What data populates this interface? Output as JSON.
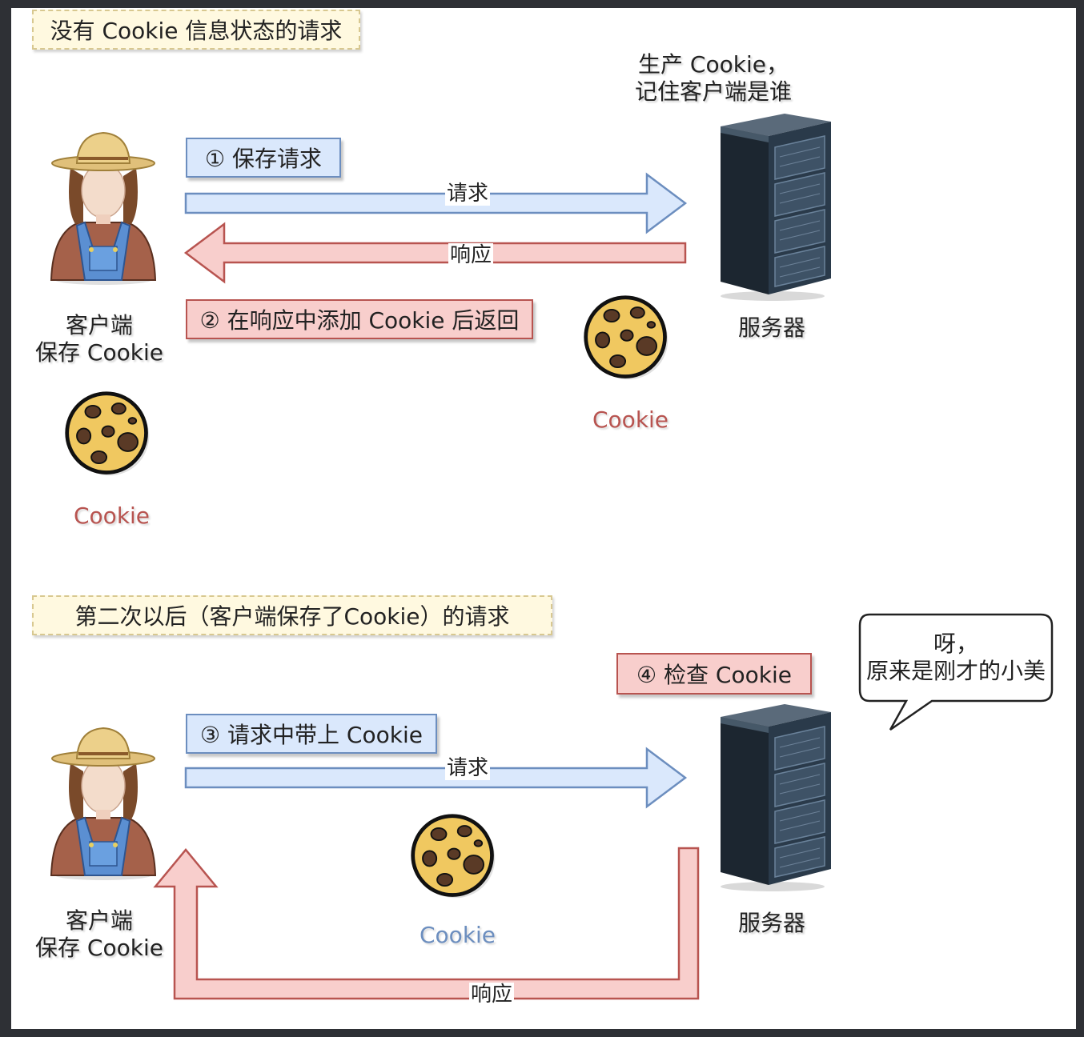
{
  "section1": {
    "title": "没有 Cookie 信息状态的请求",
    "step1": "① 保存请求",
    "step2": "② 在响应中添加 Cookie 后返回",
    "request_label": "请求",
    "response_label": "响应",
    "server_note_line1": "生产 Cookie，",
    "server_note_line2": "记住客户端是谁",
    "client_line1": "客户端",
    "client_line2": "保存 Cookie",
    "server_label": "服务器",
    "cookie_server": "Cookie",
    "cookie_client": "Cookie"
  },
  "section2": {
    "title": "第二次以后（客户端保存了Cookie）的请求",
    "step3": "③ 请求中带上 Cookie",
    "step4": "④ 检查 Cookie",
    "request_label": "请求",
    "response_label": "响应",
    "bubble_line1": "呀，",
    "bubble_line2": "原来是刚才的小美",
    "client_line1": "客户端",
    "client_line2": "保存 Cookie",
    "server_label": "服务器",
    "cookie_label": "Cookie"
  },
  "colors": {
    "blue_fill": "#dae8fc",
    "blue_stroke": "#6c8ebf",
    "red_fill": "#f8cecc",
    "red_stroke": "#b85450",
    "note_fill": "#fff9e0",
    "cookie_red_text": "#b85450",
    "cookie_blue_text": "#6c8ebf"
  },
  "icons": [
    "farmer-icon",
    "server-rack-icon",
    "cookie-icon",
    "speech-bubble"
  ]
}
